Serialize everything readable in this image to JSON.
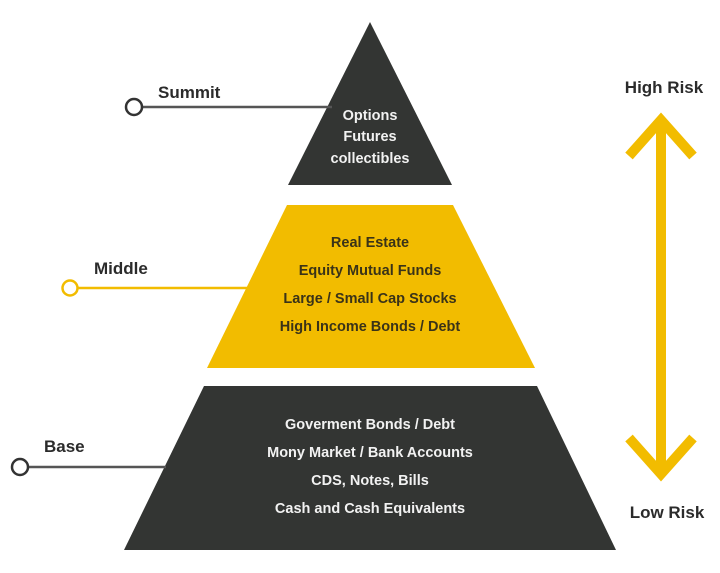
{
  "colors": {
    "dark": "#333533",
    "accent": "#F2BC00",
    "label_text": "#2b2b2b",
    "light_text": "#f2f2f2",
    "dark_text": "#3a3318",
    "connector_dark": "#555555"
  },
  "tiers": [
    {
      "name": "Summit",
      "fill": "#333533",
      "connector_color": "#555555",
      "items": [
        "Options",
        "Futures",
        "collectibles"
      ]
    },
    {
      "name": "Middle",
      "fill": "#F2BC00",
      "connector_color": "#F2BC00",
      "items": [
        "Real Estate",
        "Equity Mutual Funds",
        "Large / Small Cap Stocks",
        "High Income Bonds / Debt"
      ]
    },
    {
      "name": "Base",
      "fill": "#333533",
      "connector_color": "#555555",
      "items": [
        "Goverment Bonds / Debt",
        "Mony Market / Bank Accounts",
        "CDS, Notes, Bills",
        "Cash and Cash Equivalents"
      ]
    }
  ],
  "risk_axis": {
    "top_label": "High Risk",
    "bottom_label": "Low Risk",
    "arrow_icon": "double-headed-vertical-arrow"
  }
}
